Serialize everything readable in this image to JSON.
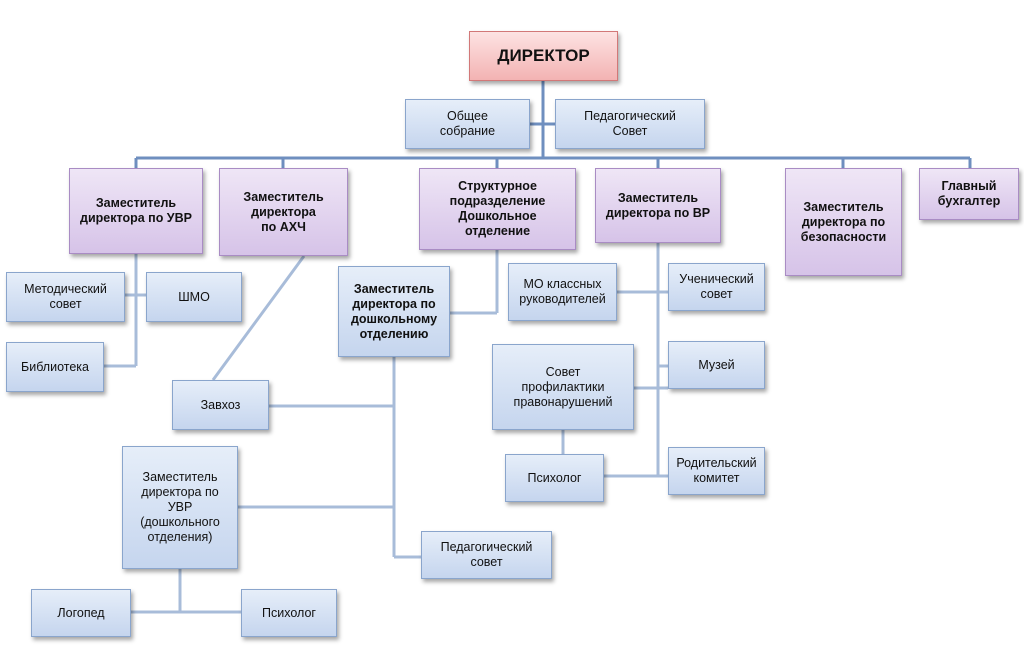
{
  "diagram": {
    "director": "ДИРЕКТОР",
    "general_meeting": "Общее\nсобрание",
    "pedagogical_council": "Педагогический\nСовет",
    "deputy_uvr": "Заместитель\nдиректора по УВР",
    "deputy_ahch": "Заместитель\nдиректора\nпо АХЧ",
    "structural_unit": "Структурное\nподразделение\nДошкольное\nотделение",
    "deputy_vr": "Заместитель\nдиректора по ВР",
    "deputy_security": "Заместитель\nдиректора по\nбезопасности",
    "chief_accountant": "Главный\nбухгалтер",
    "methodical_council": "Методический\nсовет",
    "shmo": "ШМО",
    "library": "Библиотека",
    "deputy_preschool": "Заместитель\nдиректора по\nдошкольному\nотделению",
    "mo_class_teachers": "МО классных\nруководителей",
    "student_council": "Ученический\nсовет",
    "museum": "Музей",
    "prevention_council": "Совет\nпрофилактики\nправонарушений",
    "supply_manager": "Завхоз",
    "psychologist_school": "Психолог",
    "parent_committee": "Родительский\nкомитет",
    "deputy_uvr_preschool": "Заместитель\nдиректора по\nУВР\n(дошкольного\nотделения)",
    "pedagogical_council_preschool": "Педагогический\nсовет",
    "speech_therapist": "Логопед",
    "psychologist_preschool": "Психолог"
  },
  "colors": {
    "connector": "#6f8fbf",
    "blue_box": "#c5d5ee",
    "purple_box": "#d6c3e8",
    "director_box": "#f3b3b3"
  }
}
